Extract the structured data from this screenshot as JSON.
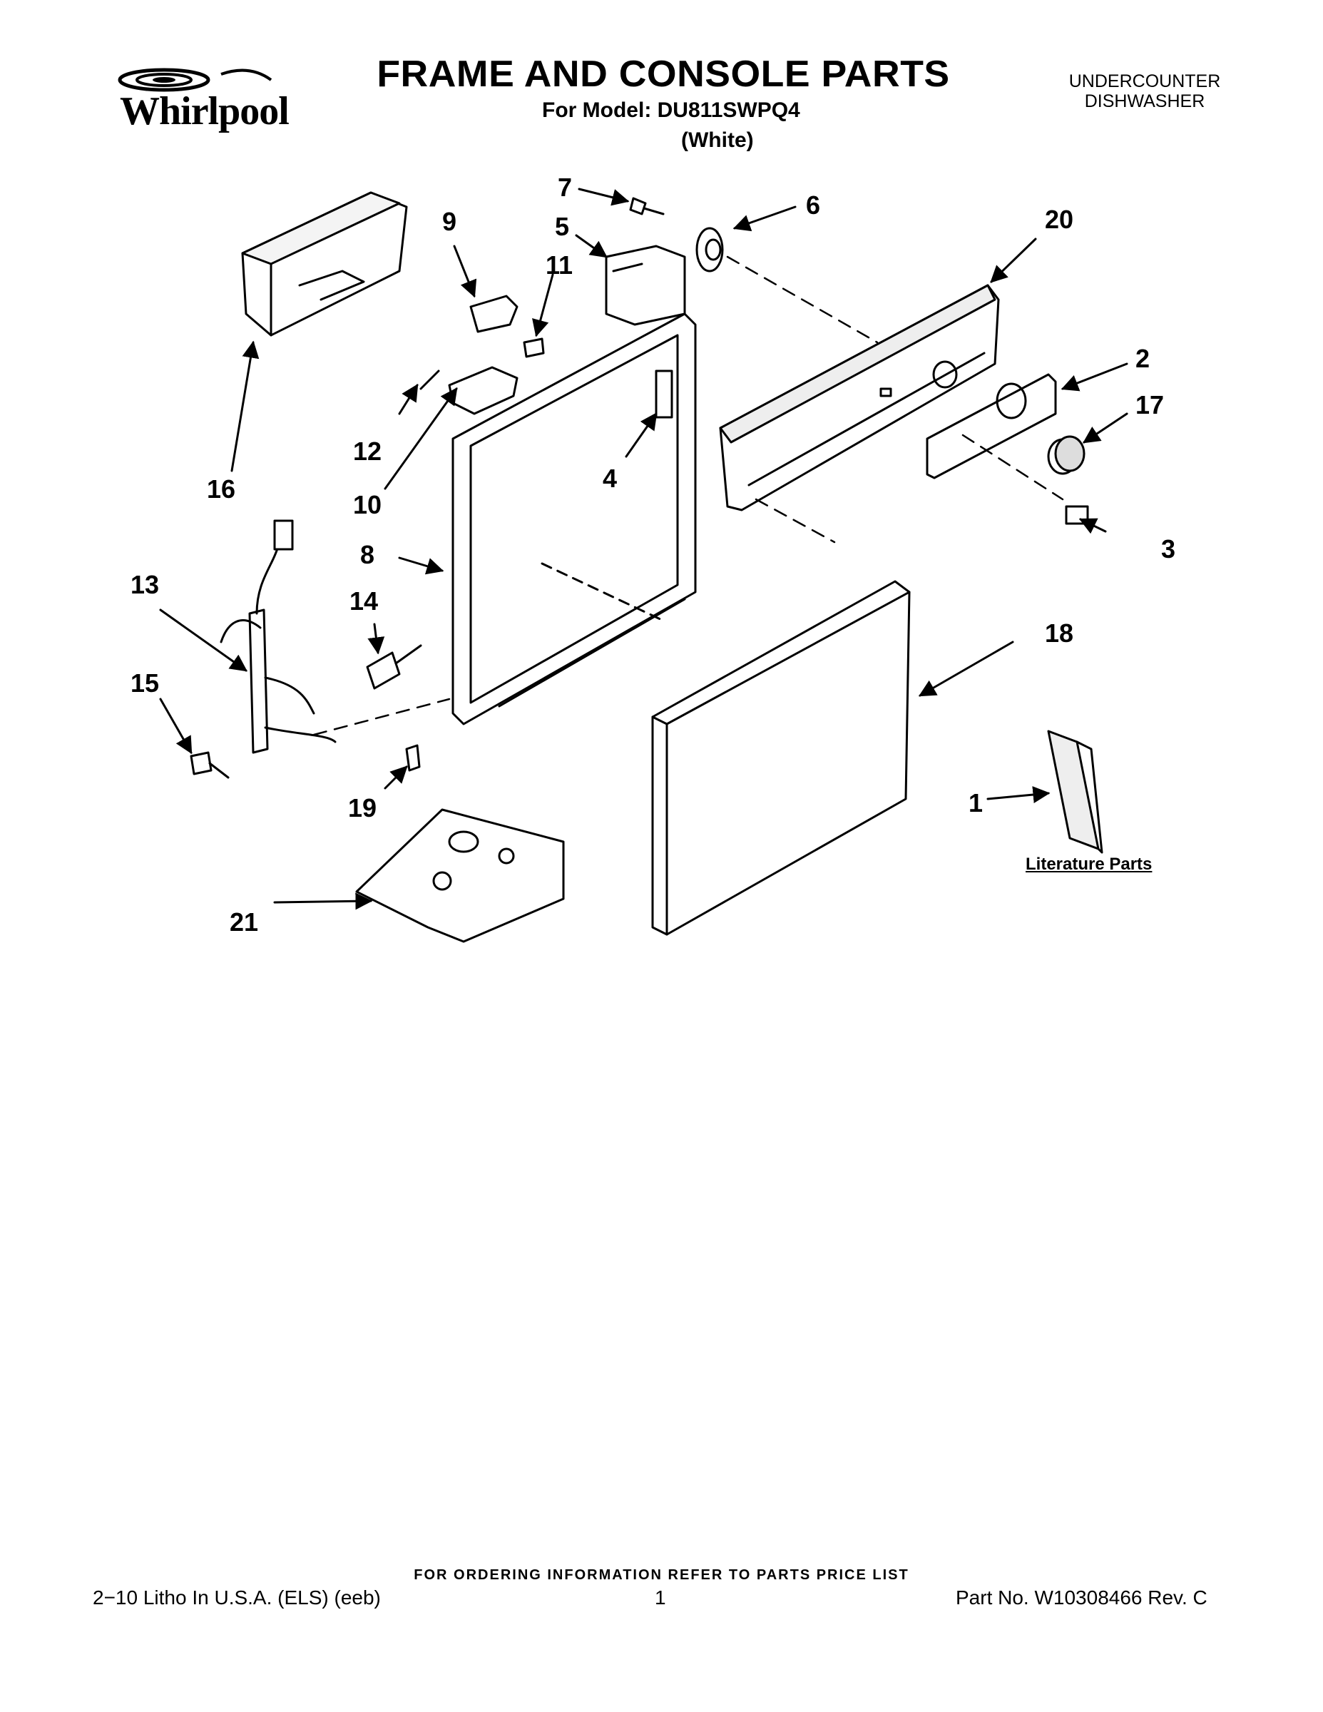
{
  "brand": "Whirlpool",
  "header": {
    "title": "FRAME AND CONSOLE PARTS",
    "model_line": "For Model: DU811SWPQ4",
    "color_line": "(White)",
    "product_line1": "UNDERCOUNTER",
    "product_line2": "DISHWASHER"
  },
  "callouts": {
    "c1": "1",
    "c2": "2",
    "c3": "3",
    "c4": "4",
    "c5": "5",
    "c6": "6",
    "c7": "7",
    "c8": "8",
    "c9": "9",
    "c10": "10",
    "c11": "11",
    "c12": "12",
    "c13": "13",
    "c14": "14",
    "c15": "15",
    "c16": "16",
    "c17": "17",
    "c18": "18",
    "c19": "19",
    "c20": "20",
    "c21": "21"
  },
  "literature_label": "Literature Parts",
  "footer": {
    "note": "FOR ORDERING INFORMATION REFER TO PARTS PRICE LIST",
    "left": "2−10 Litho In U.S.A. (ELS) (eeb)",
    "page": "1",
    "part_no": "Part No. W10308466 Rev. C"
  }
}
